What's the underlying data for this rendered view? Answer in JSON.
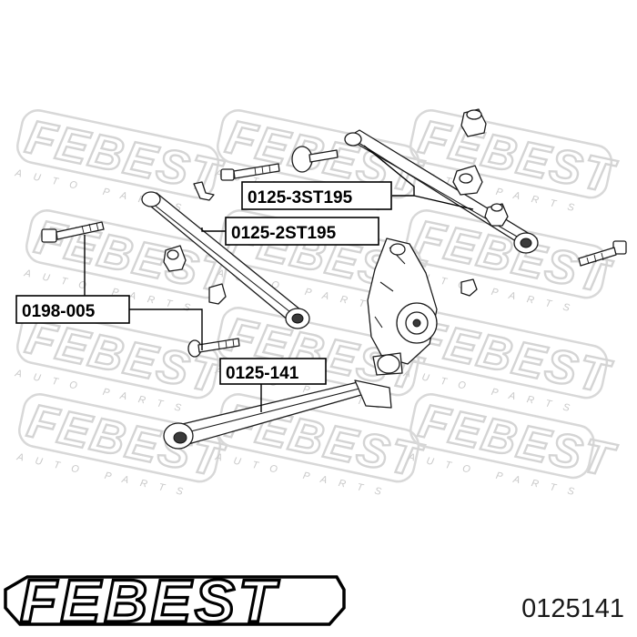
{
  "watermark": {
    "title": "FEBEST",
    "subtitle": "AUTO PARTS"
  },
  "callouts": [
    {
      "label": "0125-3ST195"
    },
    {
      "label": "0125-2ST195"
    },
    {
      "label": "0198-005"
    },
    {
      "label": "0125-141"
    }
  ],
  "logo": {
    "text": "FEBEST"
  },
  "part_number": "0125141"
}
